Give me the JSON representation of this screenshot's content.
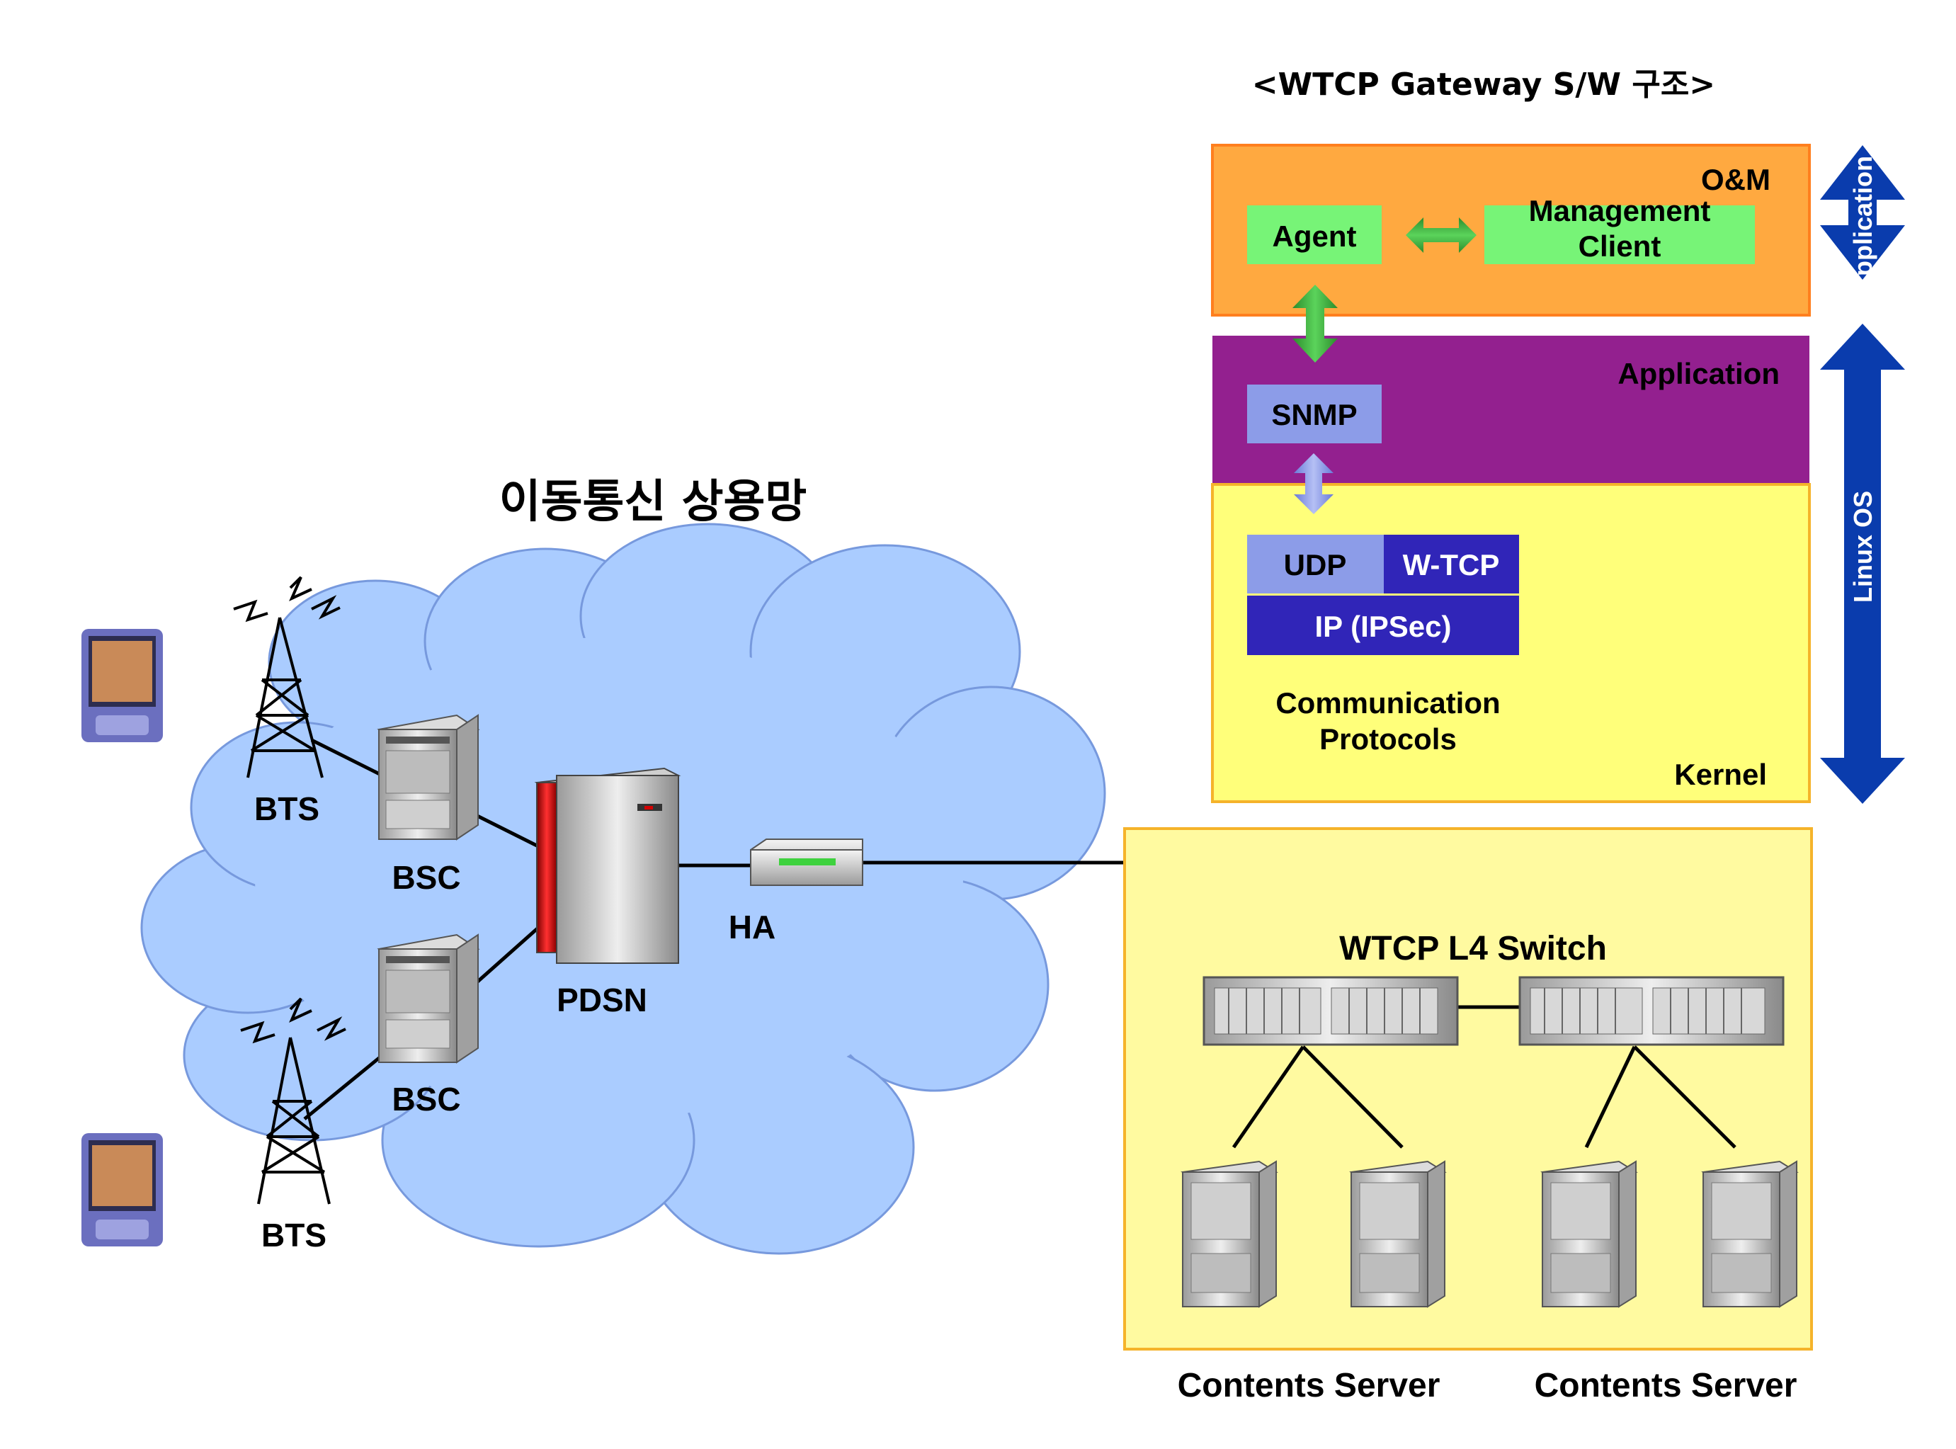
{
  "diagram": {
    "gateway_title": "<WTCP Gateway S/W 구조>",
    "network_title": "이동통신 상용망",
    "layers": {
      "om": "O&M",
      "application": "Application",
      "kernel": "Kernel"
    },
    "boxes": {
      "agent": "Agent",
      "management_client_line1": "Management",
      "management_client_line2": "Client",
      "snmp": "SNMP",
      "udp": "UDP",
      "wtcp": "W-TCP",
      "ip": "IP (IPSec)",
      "comm_line1": "Communication",
      "comm_line2": "Protocols"
    },
    "side_arrows": {
      "application": "Application",
      "linux_os": "Linux OS"
    },
    "nodes": {
      "bts_top": "BTS",
      "bts_bottom": "BTS",
      "bsc_top": "BSC",
      "bsc_bottom": "BSC",
      "pdsn": "PDSN",
      "ha": "HA",
      "wtcp_switch": "WTCP L4 Switch",
      "contents_server_left": "Contents Server",
      "contents_server_right": "Contents Server"
    },
    "colors": {
      "om_fill": "#ffa940",
      "om_border": "#ff7f1e",
      "app_fill": "#93208f",
      "kernel_fill": "#ffff7a",
      "kernel_border": "#f5b32a",
      "green_box": "#77f477",
      "snmp_fill": "#8c9ce8",
      "wtcp_fill": "#3025b8",
      "side_arrow": "#0a3cad",
      "cloud": "#aaccff",
      "switch_area": "#fffaa0"
    }
  }
}
